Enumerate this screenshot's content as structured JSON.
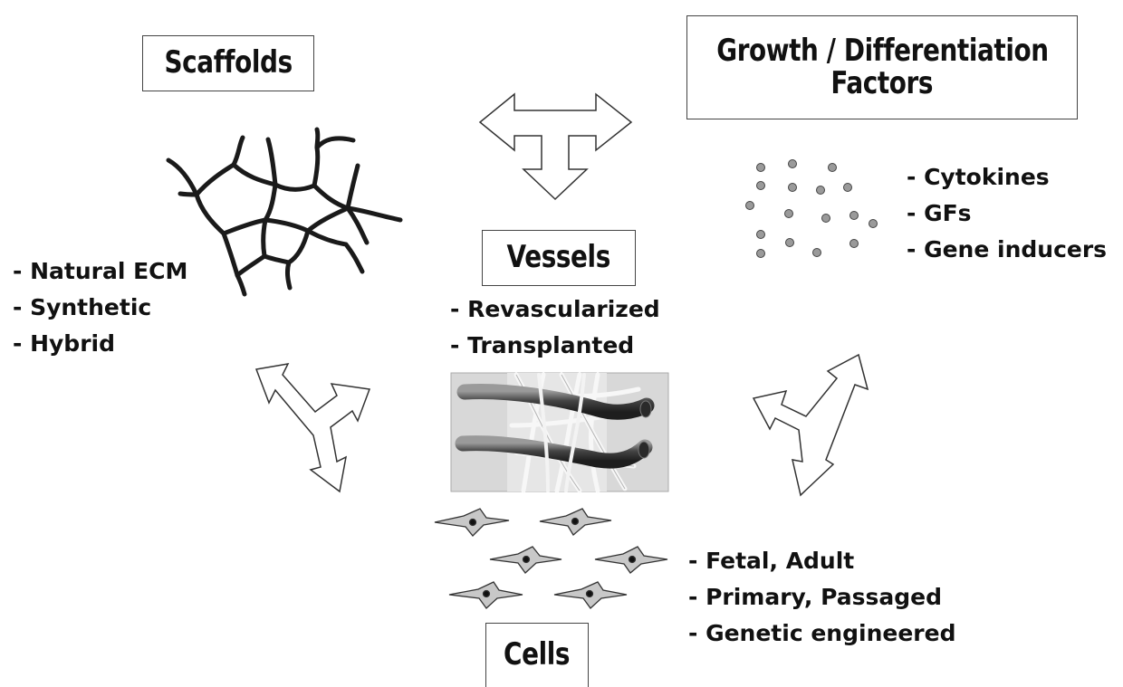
{
  "scaffolds": {
    "title": "Scaffolds",
    "items": [
      "- Natural ECM",
      "- Synthetic",
      "- Hybrid"
    ]
  },
  "factors": {
    "title_line1": "Growth / Differentiation",
    "title_line2": "Factors",
    "items": [
      "- Cytokines",
      "- GFs",
      "- Gene inducers"
    ]
  },
  "vessels": {
    "title": "Vessels",
    "items": [
      "- Revascularized",
      "- Transplanted"
    ]
  },
  "cells": {
    "title": "Cells",
    "items": [
      "- Fetal, Adult",
      "- Primary, Passaged",
      "- Genetic engineered"
    ]
  },
  "colors": {
    "ink": "#111111",
    "arrow_fill": "#ffffff",
    "arrow_stroke": "#333333",
    "dot_fill": "#9a9a9a",
    "cell_fill": "#c8c8c8"
  }
}
